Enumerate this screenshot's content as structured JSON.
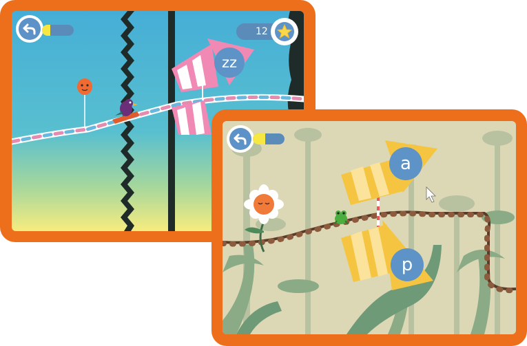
{
  "colors": {
    "frame": "#ee6f1b",
    "accent_blue": "#5d93c6",
    "progress_fill": "#f6e742",
    "sky_top": "#4ab0d6",
    "sky_bottom": "#f7ec7f",
    "forest_bg": "#d8d5b3",
    "pink": "#f08ab5",
    "gold": "#f5c542"
  },
  "screen_1": {
    "progress": 0.25,
    "score": "12",
    "letter": "zz",
    "icons": [
      "back-arrow-icon",
      "star-icon",
      "balloon-icon",
      "bird-icon"
    ]
  },
  "screen_2": {
    "progress": 0.4,
    "letters": [
      "a",
      "p"
    ],
    "icons": [
      "back-arrow-icon",
      "flower-icon",
      "frog-icon",
      "cursor-icon"
    ]
  }
}
